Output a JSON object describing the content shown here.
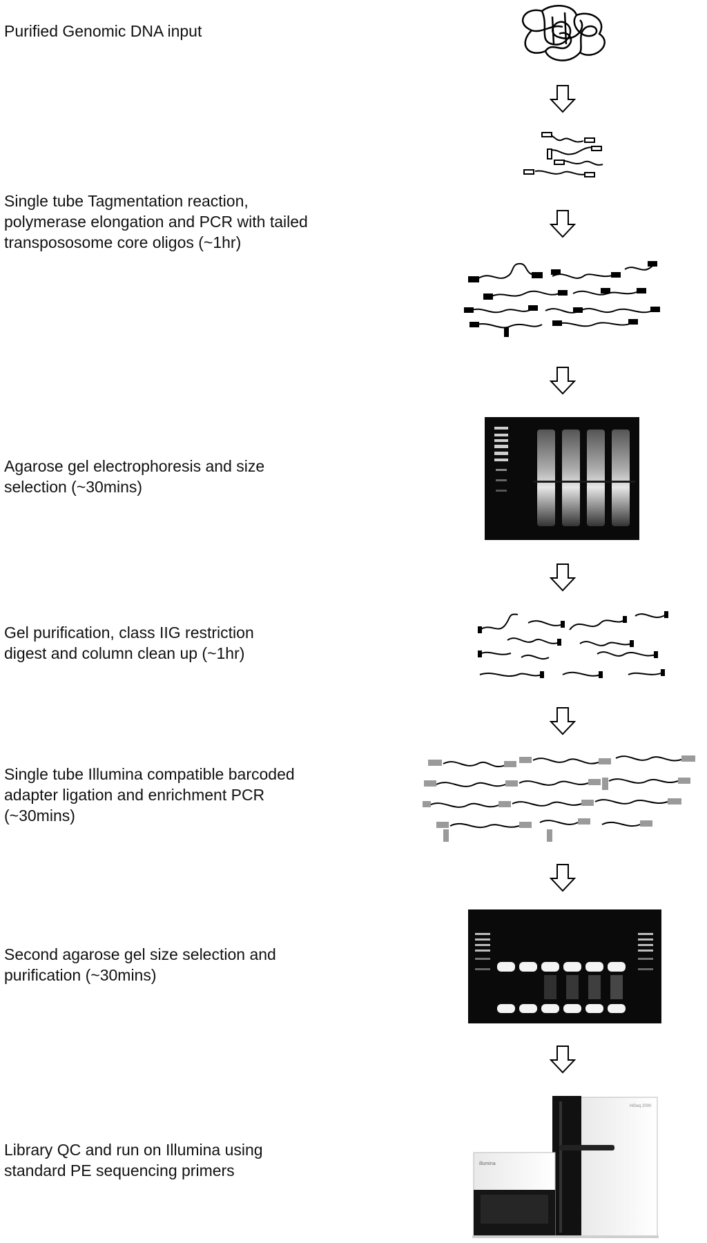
{
  "steps": [
    {
      "id": "input",
      "label": "Purified Genomic DNA input"
    },
    {
      "id": "tagmentation",
      "label": "Single tube Tagmentation reaction,\npolymerase elongation and PCR with tailed\ntranspososome core oligos (~1hr)"
    },
    {
      "id": "gel1",
      "label": "Agarose gel electrophoresis and size\nselection (~30mins)"
    },
    {
      "id": "purification",
      "label": "Gel purification, class IIG restriction\ndigest and column clean up (~1hr)"
    },
    {
      "id": "ligation",
      "label": "Single tube Illumina compatible barcoded\nadapter ligation and enrichment PCR\n(~30mins)"
    },
    {
      "id": "gel2",
      "label": "Second agarose gel size selection and\npurification (~30mins)"
    },
    {
      "id": "sequencing",
      "label": "Library QC and run on Illumina using\nstandard PE sequencing primers"
    }
  ],
  "sequencer": {
    "brand_text": "illumina",
    "model_text": "HiSeq 2000"
  },
  "colors": {
    "text": "#111111",
    "gel_background": "#0a0a0a",
    "band": "#f4f4f4",
    "adapter_grey": "#9a9a9a"
  }
}
